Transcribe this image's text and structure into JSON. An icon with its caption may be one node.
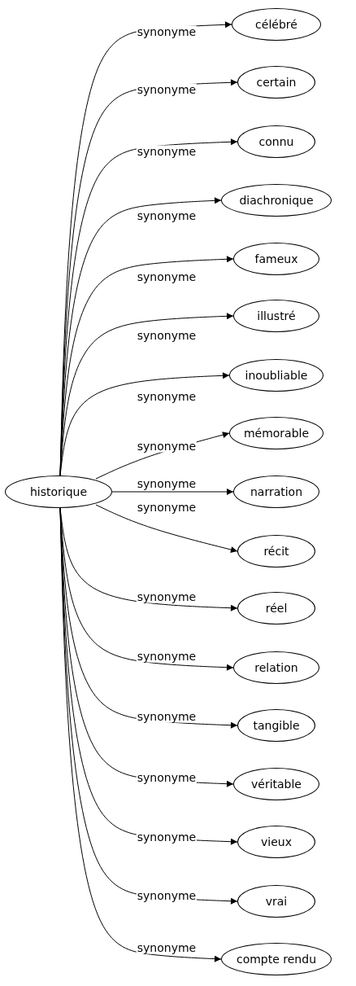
{
  "diagram": {
    "nodes": [
      {
        "text": [
          "historique"
        ]
      },
      {
        "text": [
          "célébré"
        ]
      },
      {
        "text": [
          "certain"
        ]
      },
      {
        "text": [
          "connu"
        ]
      },
      {
        "text": [
          "diachronique"
        ]
      },
      {
        "text": [
          "fameux"
        ]
      },
      {
        "text": [
          "illustré"
        ]
      },
      {
        "text": [
          "inoubliable"
        ]
      },
      {
        "text": [
          "mémorable"
        ]
      },
      {
        "text": [
          "narration"
        ]
      },
      {
        "text": [
          "récit"
        ]
      },
      {
        "text": [
          "réel"
        ]
      },
      {
        "text": [
          "relation"
        ]
      },
      {
        "text": [
          "tangible"
        ]
      },
      {
        "text": [
          "véritable"
        ]
      },
      {
        "text": [
          "vieux"
        ]
      },
      {
        "text": [
          "vrai"
        ]
      },
      {
        "text": [
          "compte rendu"
        ]
      }
    ],
    "edges": [
      {
        "from": 0,
        "to": 1,
        "arrow": "to",
        "label": "synonyme"
      },
      {
        "from": 0,
        "to": 2,
        "arrow": "to",
        "label": "synonyme"
      },
      {
        "from": 0,
        "to": 3,
        "arrow": "to",
        "label": "synonyme"
      },
      {
        "from": 0,
        "to": 4,
        "arrow": "to",
        "label": "synonyme"
      },
      {
        "from": 0,
        "to": 5,
        "arrow": "to",
        "label": "synonyme"
      },
      {
        "from": 0,
        "to": 6,
        "arrow": "to",
        "label": "synonyme"
      },
      {
        "from": 0,
        "to": 7,
        "arrow": "to",
        "label": "synonyme"
      },
      {
        "from": 0,
        "to": 8,
        "arrow": "to",
        "label": "synonyme"
      },
      {
        "from": 0,
        "to": 9,
        "arrow": "to",
        "label": "synonyme"
      },
      {
        "from": 0,
        "to": 10,
        "arrow": "to",
        "label": "synonyme"
      },
      {
        "from": 0,
        "to": 11,
        "arrow": "to",
        "label": "synonyme"
      },
      {
        "from": 0,
        "to": 12,
        "arrow": "to",
        "label": "synonyme"
      },
      {
        "from": 0,
        "to": 13,
        "arrow": "to",
        "label": "synonyme"
      },
      {
        "from": 0,
        "to": 14,
        "arrow": "to",
        "label": "synonyme"
      },
      {
        "from": 0,
        "to": 15,
        "arrow": "to",
        "label": "synonyme"
      },
      {
        "from": 0,
        "to": 16,
        "arrow": "to",
        "label": "synonyme"
      },
      {
        "from": 0,
        "to": 17,
        "arrow": "to",
        "label": "synonyme"
      }
    ]
  }
}
